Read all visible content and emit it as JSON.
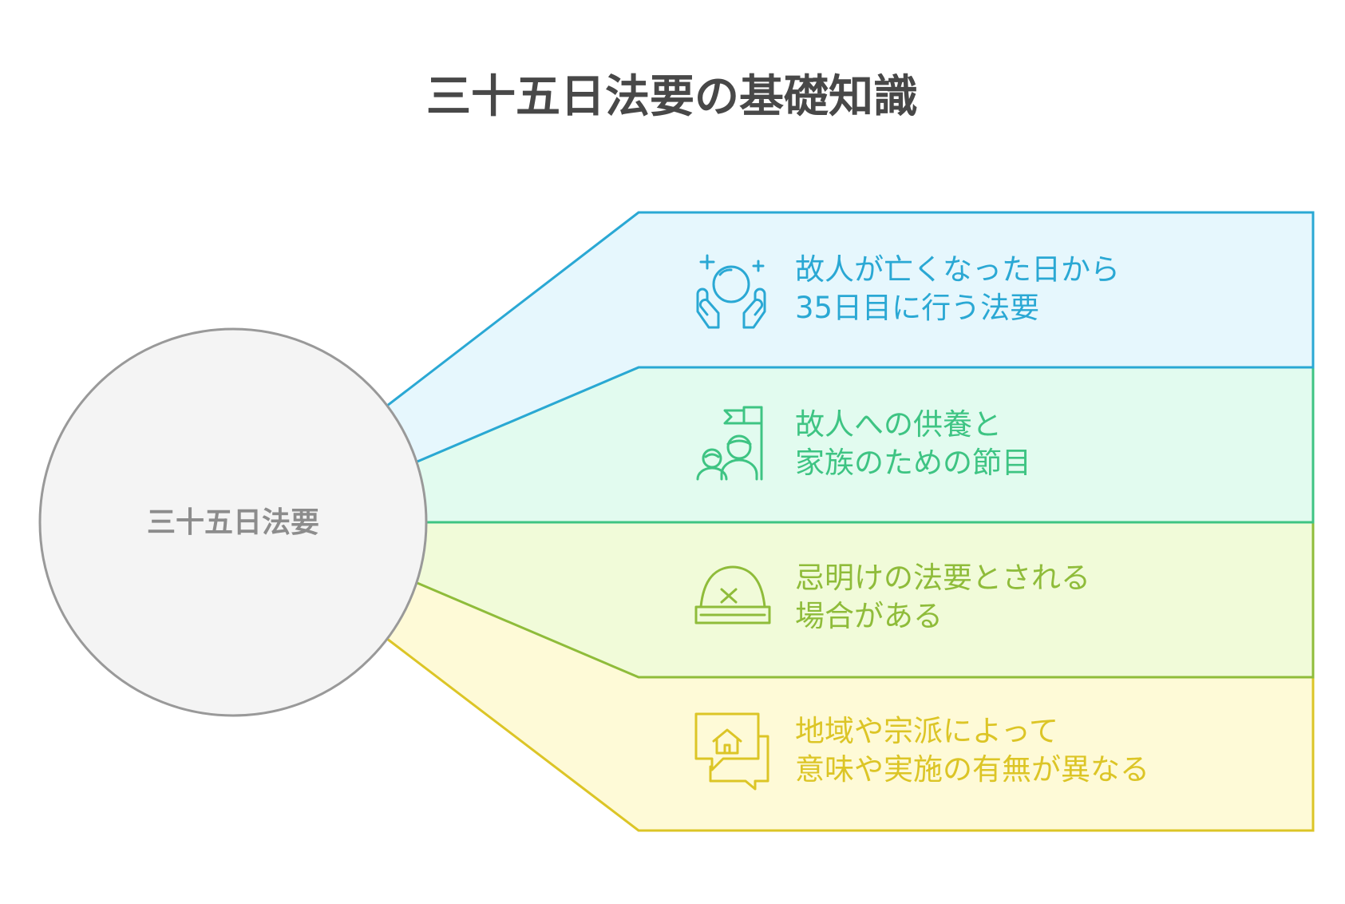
{
  "title": "三十五日法要の基礎知識",
  "center": {
    "label": "三十五日法要"
  },
  "items": [
    {
      "lines": [
        "故人が亡くなった日から",
        "35日目に行う法要"
      ],
      "icon": "hands-holding-globe-icon",
      "color": "#2aa8d4",
      "fill": "#e6f7fd"
    },
    {
      "lines": [
        "故人への供養と",
        "家族のための節目"
      ],
      "icon": "family-with-flag-icon",
      "color": "#3ec483",
      "fill": "#e2fbef"
    },
    {
      "lines": [
        "忌明けの法要とされる",
        "場合がある"
      ],
      "icon": "hat-with-cross-icon",
      "color": "#8fbc3a",
      "fill": "#f1fbd9"
    },
    {
      "lines": [
        "地域や宗派によって",
        "意味や実施の有無が異なる"
      ],
      "icon": "house-speech-bubble-icon",
      "color": "#dcc526",
      "fill": "#fefad7"
    }
  ]
}
